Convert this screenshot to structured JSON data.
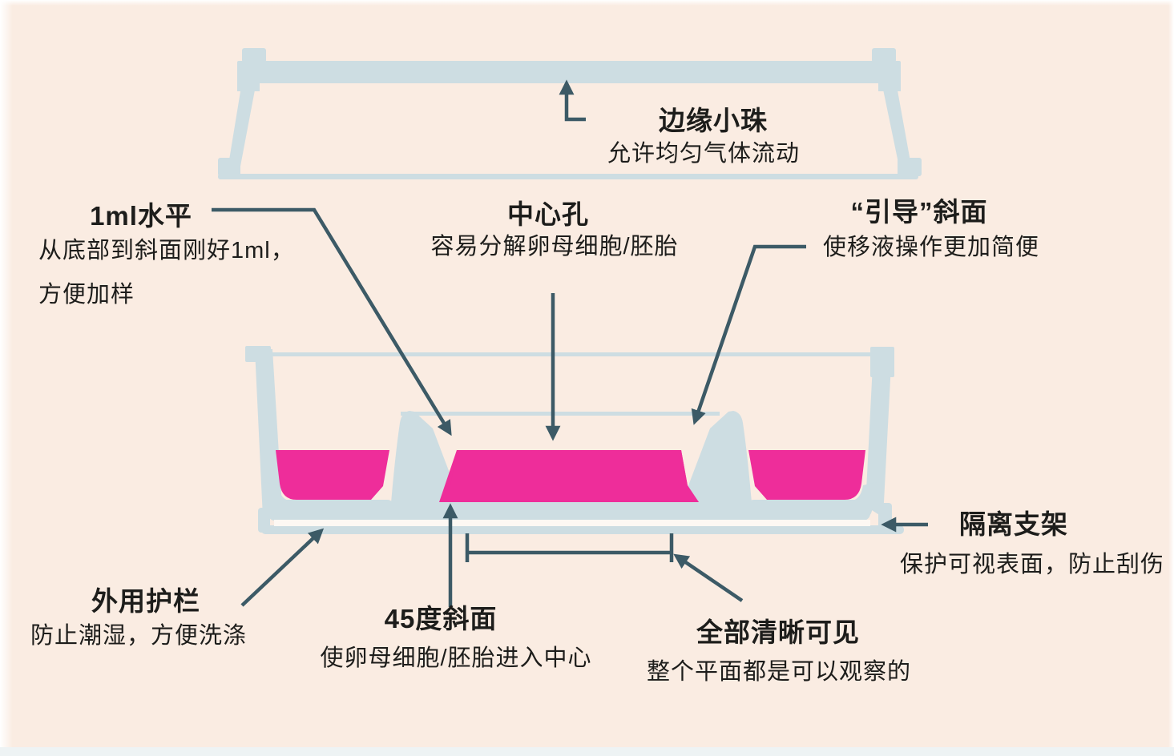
{
  "diagram_subject": "embryo culture dish cross-section",
  "colors": {
    "background": "#FAECE2",
    "dish": "#CDDDE2",
    "medium_pink": "#EE2D9A",
    "arrow": "#3C5A66",
    "text": "#1D1D1B",
    "base_gap": "#FDF8F3"
  },
  "labels": {
    "edge_beads": {
      "title": "边缘小珠",
      "description": "允许均匀气体流动"
    },
    "one_ml_level": {
      "title": "1ml水平",
      "description_line1": "从底部到斜面刚好1ml，",
      "description_line2": "方便加样"
    },
    "center_well": {
      "title": "中心孔",
      "description": "容易分解卵母细胞/胚胎"
    },
    "guide_slope": {
      "title": "“引导”斜面",
      "description": "使移液操作更加简便"
    },
    "outer_rail": {
      "title": "外用护栏",
      "description": "防止潮湿，方便洗涤"
    },
    "slope_45": {
      "title": "45度斜面",
      "description": "使卵母细胞/胚胎进入中心"
    },
    "fully_visible": {
      "title": "全部清晰可见",
      "description": "整个平面都是可以观察的"
    },
    "isolation_stand": {
      "title": "隔离支架",
      "description": "保护可视表面，防止刮伤"
    }
  }
}
